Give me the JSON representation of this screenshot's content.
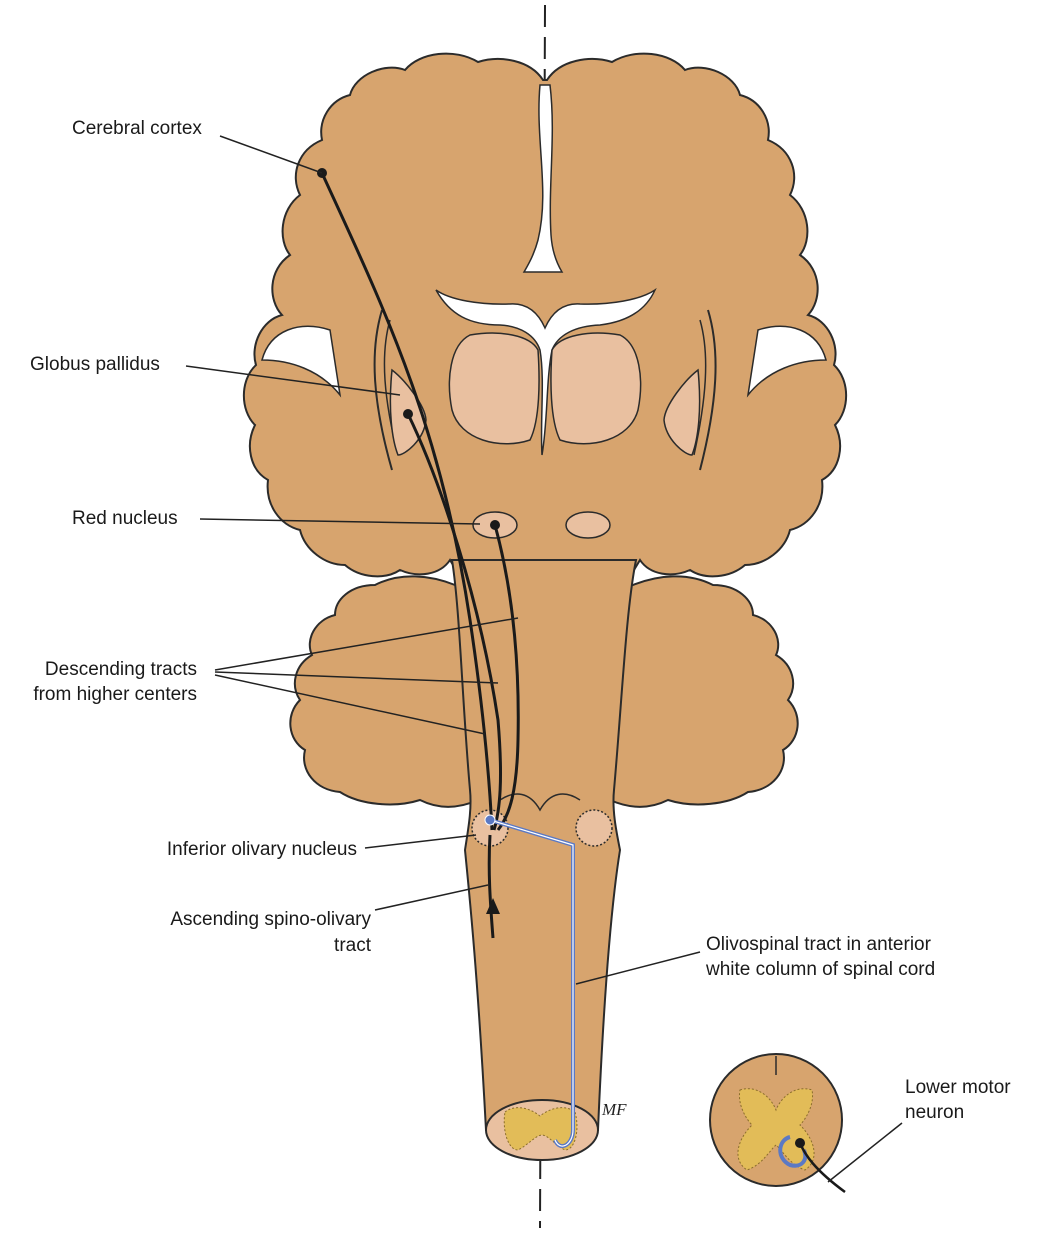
{
  "colors": {
    "tissue": "#d7a46e",
    "tissue_outline": "#2b2b2b",
    "nucleus": "#e9c0a0",
    "grey_matter": "#e2bc58",
    "tract_blue": "#5b79c4",
    "background": "#ffffff"
  },
  "labels": {
    "cerebral_cortex": "Cerebral cortex",
    "globus_pallidus": "Globus pallidus",
    "red_nucleus": "Red nucleus",
    "descending_tracts_line1": "Descending tracts",
    "descending_tracts_line2": "from higher centers",
    "inferior_olivary_nucleus": "Inferior olivary nucleus",
    "ascending_line1": "Ascending spino-olivary",
    "ascending_line2": "tract",
    "olivospinal_line1": "Olivospinal tract in anterior",
    "olivospinal_line2": "white column of spinal cord",
    "lower_motor_line1": "Lower motor",
    "lower_motor_line2": "neuron"
  },
  "signature": "MF"
}
